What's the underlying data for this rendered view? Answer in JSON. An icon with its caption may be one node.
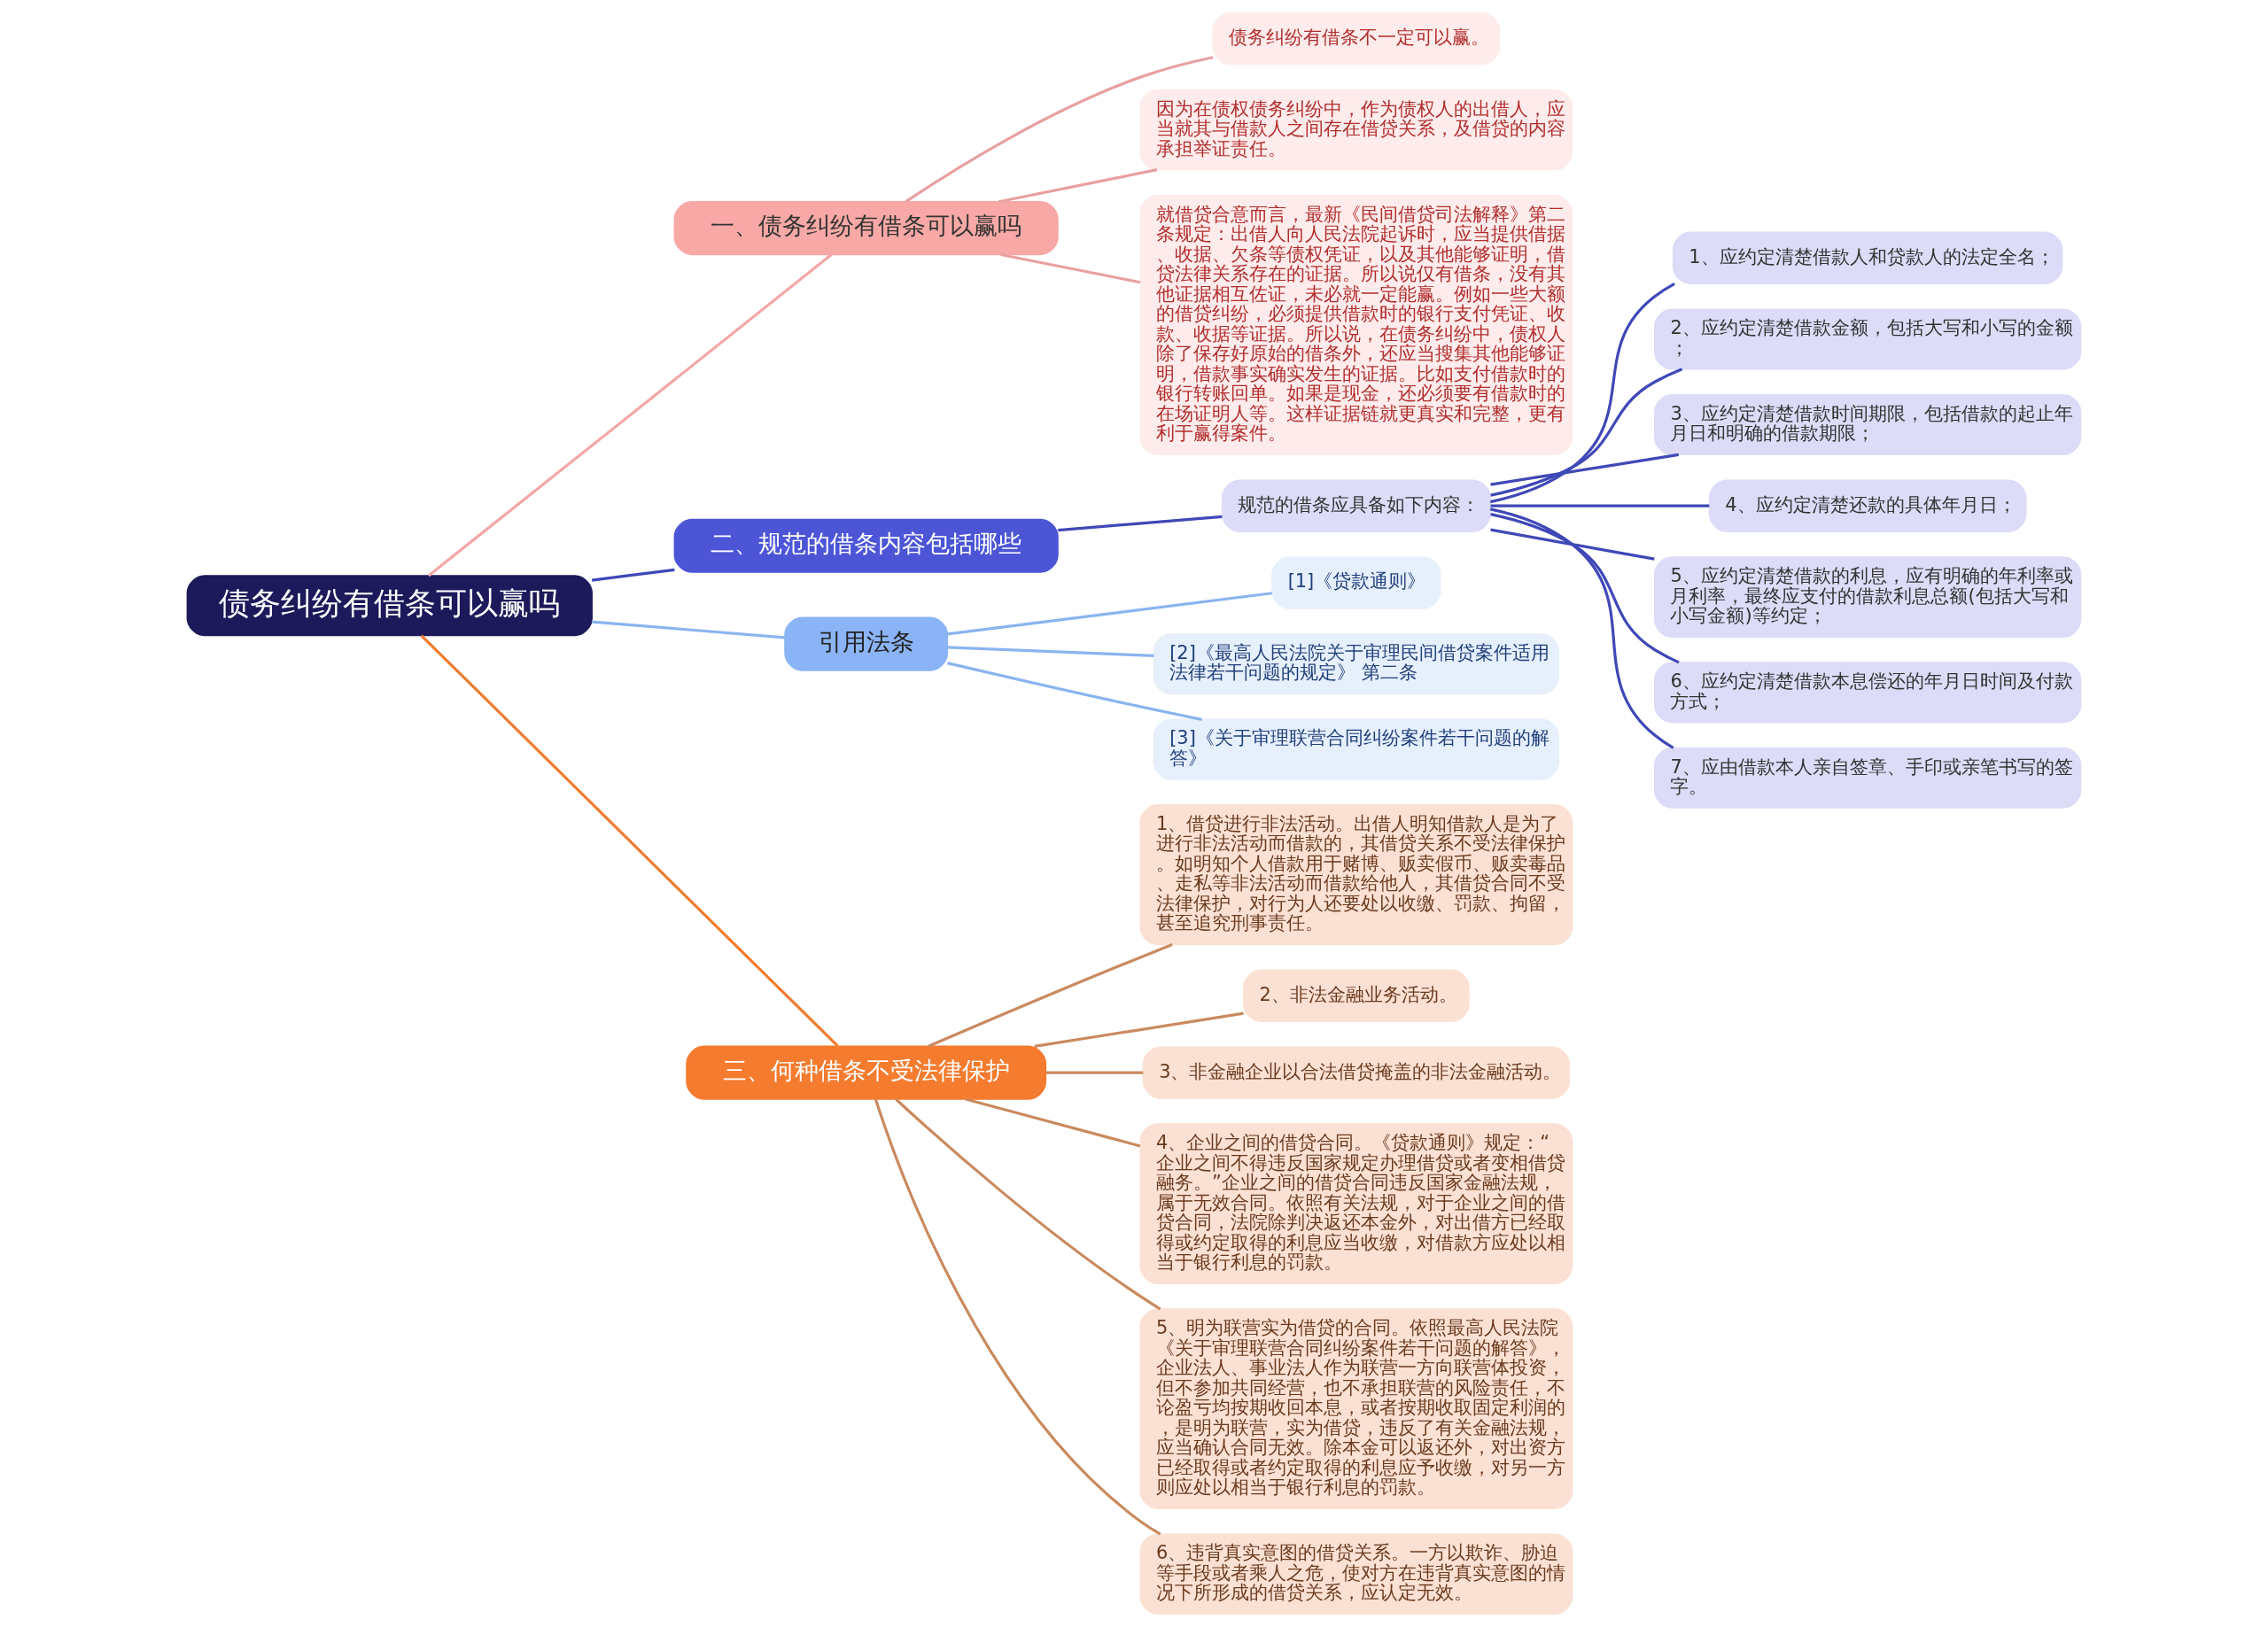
{
  "diagram": {
    "nodes": [
      {
        "text": [
          "债务纠纷有借条可以赢吗"
        ]
      },
      {
        "text": [
          "一、债务纠纷有借条可以赢吗"
        ]
      },
      {
        "text": [
          "债务纠纷有借条不一定可以赢。"
        ]
      },
      {
        "text": [
          "因为在债权债务纠纷中，作为债权人的出借人，应当就其与借款人之间存在借贷关系，及借贷的内容承担举证责任。"
        ]
      },
      {
        "text": [
          "就借贷合意而言，最新《民间借贷司法解释》第二条规定：出借人向人民法院起诉时，应当提供借据、收据、欠条等债权凭证，以及其他能够证明，借贷法律关系存在的证据。所以说仅有借条，没有其他证据相互佐证，未必就一定能赢。例如一些大额的借贷纠纷，必须提供借款时的银行支付凭证、收款、收据等证据。所以说，在债务纠纷中，债权人除了保存好原始的借条外，还应当搜集其他能够证明，借款事实确实发生的证据。比如支付借款时的银行转账回单。如果是现金，还必须要有借款时的在场证明人等。这样证据链就更真实和完整，更有利于赢得案件。"
        ]
      },
      {
        "text": [
          "二、规范的借条内容包括哪些"
        ]
      },
      {
        "text": [
          "规范的借条应具备如下内容："
        ]
      },
      {
        "text": [
          "1、应约定清楚借款人和贷款人的法定全名；"
        ]
      },
      {
        "text": [
          "2、应约定清楚借款金额，包括大写和小写的金额；"
        ]
      },
      {
        "text": [
          "3、应约定清楚借款时间期限，包括借款的起止年月日和明确的借款期限；"
        ]
      },
      {
        "text": [
          "4、应约定清楚还款的具体年月日；"
        ]
      },
      {
        "text": [
          "5、应约定清楚借款的利息，应有明确的年利率或月利率，最终应支付的借款利息总额(包括大写和小写金额)等约定；"
        ]
      },
      {
        "text": [
          "6、应约定清楚借款本息偿还的年月日时间及付款方式；"
        ]
      },
      {
        "text": [
          "7、应由借款本人亲自签章、手印或亲笔书写的签字。"
        ]
      },
      {
        "text": [
          "引用法条"
        ]
      },
      {
        "text": [
          "[1]《贷款通则》"
        ]
      },
      {
        "text": [
          "[2]《最高人民法院关于审理民间借贷案件适用法律若干问题的规定》 第二条"
        ]
      },
      {
        "text": [
          "[3]《关于审理联营合同纠纷案件若干问题的解答》"
        ]
      },
      {
        "text": [
          "三、何种借条不受法律保护"
        ]
      },
      {
        "text": [
          "1、借贷进行非法活动。出借人明知借款人是为了进行非法活动而借款的，其借贷关系不受法律保护。如明知个人借款用于赌博、贩卖假币、贩卖毒品、走私等非法活动而借款给他人，其借贷合同不受法律保护，对行为人还要处以收缴、罚款、拘留，甚至追究刑事责任。"
        ]
      },
      {
        "text": [
          "2、非法金融业务活动。"
        ]
      },
      {
        "text": [
          "3、非金融企业以合法借贷掩盖的非法金融活动。"
        ]
      },
      {
        "text": [
          "4、企业之间的借贷合同。《贷款通则》规定：“企业之间不得违反国家规定办理借贷或者变相借贷融务。”企业之间的借贷合同违反国家金融法规，属于无效合同。依照有关法规，对于企业之间的借贷合同，法院除判决返还本金外，对出借方已经取得或约定取得的利息应当收缴，对借款方应处以相当于银行利息的罚款。"
        ]
      },
      {
        "text": [
          "5、明为联营实为借贷的合同。依照最高人民法院《关于审理联营合同纠纷案件若干问题的解答》，企业法人、事业法人作为联营一方向联营体投资，但不参加共同经营，也不承担联营的风险责任，不论盈亏均按期收回本息，或者按期收取固定利润的，是明为联营，实为借贷，违反了有关金融法规，应当确认合同无效。除本金可以返还外，对出资方已经取得或者约定取得的利息应予收缴，对另一方则应处以相当于银行利息的罚款。"
        ]
      },
      {
        "text": [
          "6、违背真实意图的借贷关系。一方以欺诈、胁迫等手段或者乘人之危，使对方在违背真实意图的情况下所形成的借贷关系，应认定无效。"
        ]
      }
    ],
    "edges": [
      {
        "from": 0,
        "to": 1,
        "arrow": "none",
        "color": "#f4a7a7"
      },
      {
        "from": 1,
        "to": 2,
        "arrow": "none",
        "color": "#e8a0a0"
      },
      {
        "from": 1,
        "to": 3,
        "arrow": "none",
        "color": "#e8a0a0"
      },
      {
        "from": 1,
        "to": 4,
        "arrow": "none",
        "color": "#e8a0a0"
      },
      {
        "from": 0,
        "to": 5,
        "arrow": "none"
      },
      {
        "from": 5,
        "to": 6,
        "arrow": "none"
      },
      {
        "from": 6,
        "to": 7,
        "arrow": "none"
      },
      {
        "from": 6,
        "to": 8,
        "arrow": "none"
      },
      {
        "from": 6,
        "to": 9,
        "arrow": "none"
      },
      {
        "from": 6,
        "to": 10,
        "arrow": "none"
      },
      {
        "from": 6,
        "to": 11,
        "arrow": "none"
      },
      {
        "from": 6,
        "to": 12,
        "arrow": "none"
      },
      {
        "from": 6,
        "to": 13,
        "arrow": "none"
      },
      {
        "from": 0,
        "to": 14,
        "arrow": "none",
        "color": "#8ab4f0"
      },
      {
        "from": 14,
        "to": 15,
        "arrow": "none",
        "color": "#8ab4f0"
      },
      {
        "from": 14,
        "to": 16,
        "arrow": "none",
        "color": "#8ab4f0"
      },
      {
        "from": 14,
        "to": 17,
        "arrow": "none",
        "color": "#8ab4f0"
      },
      {
        "from": 0,
        "to": 18,
        "arrow": "none",
        "color": "#f07c2f"
      },
      {
        "from": 18,
        "to": 19,
        "arrow": "none",
        "color": "#c98a5e"
      },
      {
        "from": 18,
        "to": 20,
        "arrow": "none",
        "color": "#c98a5e"
      },
      {
        "from": 18,
        "to": 21,
        "arrow": "none",
        "color": "#c98a5e"
      },
      {
        "from": 18,
        "to": 22,
        "arrow": "none",
        "color": "#c98a5e"
      },
      {
        "from": 18,
        "to": 23,
        "arrow": "none",
        "color": "#c98a5e"
      },
      {
        "from": 18,
        "to": 24,
        "arrow": "none",
        "color": "#c98a5e"
      }
    ]
  }
}
